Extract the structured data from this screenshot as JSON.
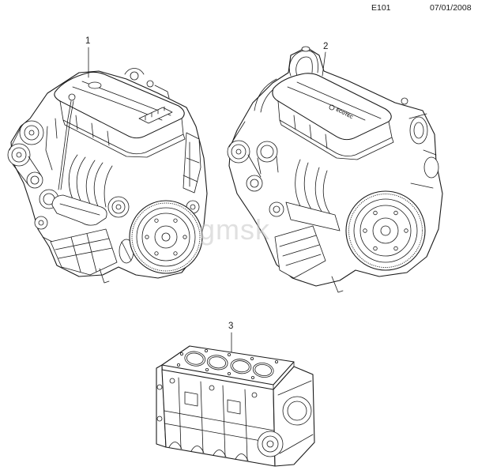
{
  "header": {
    "code": "E101",
    "date": "07/01/2008"
  },
  "callouts": [
    {
      "label": "1"
    },
    {
      "label": "2"
    },
    {
      "label": "3"
    }
  ],
  "engine_2_cover_label": "ECOTEC",
  "watermark": "gmsk",
  "colors": {
    "line": "#1a1a1a",
    "background": "#ffffff",
    "watermark": "#c8c8c8"
  }
}
